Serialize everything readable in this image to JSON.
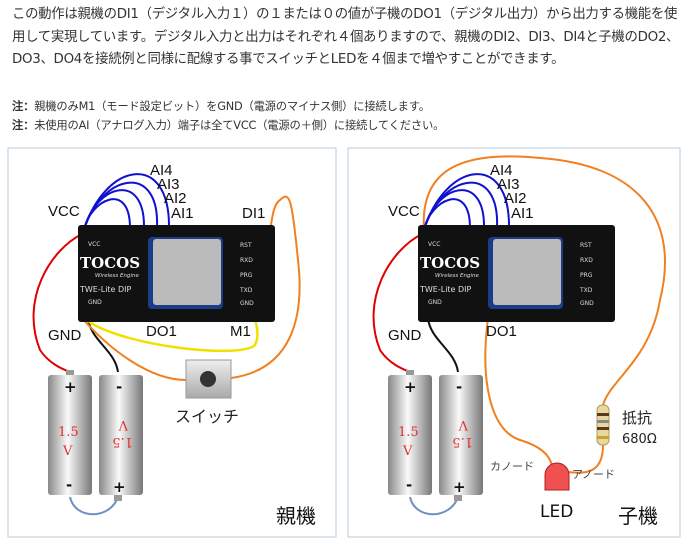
{
  "paragraph": "この動作は親機のDI1（デジタル入力１）の１または０の値が子機のDO1（デジタル出力）から出力する機能を使用して実現しています。デジタル入力と出力はそれぞれ４個ありますので、親機のDI2、DI3、DI4と子機のDO2、DO3、DO4を接続例と同様に配線する事でスイッチとLEDを４個まで増やすことができます。",
  "notes": [
    {
      "prefix": "注：",
      "text": "親機のみM1（モード設定ビット）をGND（電源のマイナス側）に接続します。"
    },
    {
      "prefix": "注：",
      "text": "未使用のAI（アナログ入力）端子は全てVCC（電源の＋側）に接続してください。"
    }
  ],
  "parent": {
    "title": "親機",
    "labels": {
      "ai4": "AI4",
      "ai3": "AI3",
      "ai2": "AI2",
      "ai1": "AI1",
      "vcc": "VCC",
      "di1": "DI1",
      "gnd": "GND",
      "do1": "DO1",
      "m1": "M1",
      "switch": "スイッチ"
    }
  },
  "child": {
    "title": "子機",
    "labels": {
      "ai4": "AI4",
      "ai3": "AI3",
      "ai2": "AI2",
      "ai1": "AI1",
      "vcc": "VCC",
      "gnd": "GND",
      "do1": "DO1",
      "resistor": "抵抗",
      "ohm": "680Ω",
      "cathode": "カノード",
      "anode": "アノード",
      "led": "LED"
    }
  },
  "board": {
    "brand": "TOCOS",
    "sub": "Wireless Engine",
    "model": "TWE-Lite DIP",
    "pins": [
      "VCC",
      "GND",
      "RST",
      "RXD",
      "PRG",
      "TXD",
      "GND"
    ]
  },
  "battery": {
    "voltage": "1.5",
    "unit": "V",
    "plus": "+",
    "minus": "-"
  },
  "colors": {
    "vcc_wire": "#e00000",
    "gnd_wire": "#111111",
    "ai_wire": "#1010d0",
    "signal_wire": "#f08020",
    "m1_wire": "#f0e000",
    "battery_link": "#6f90c0"
  }
}
